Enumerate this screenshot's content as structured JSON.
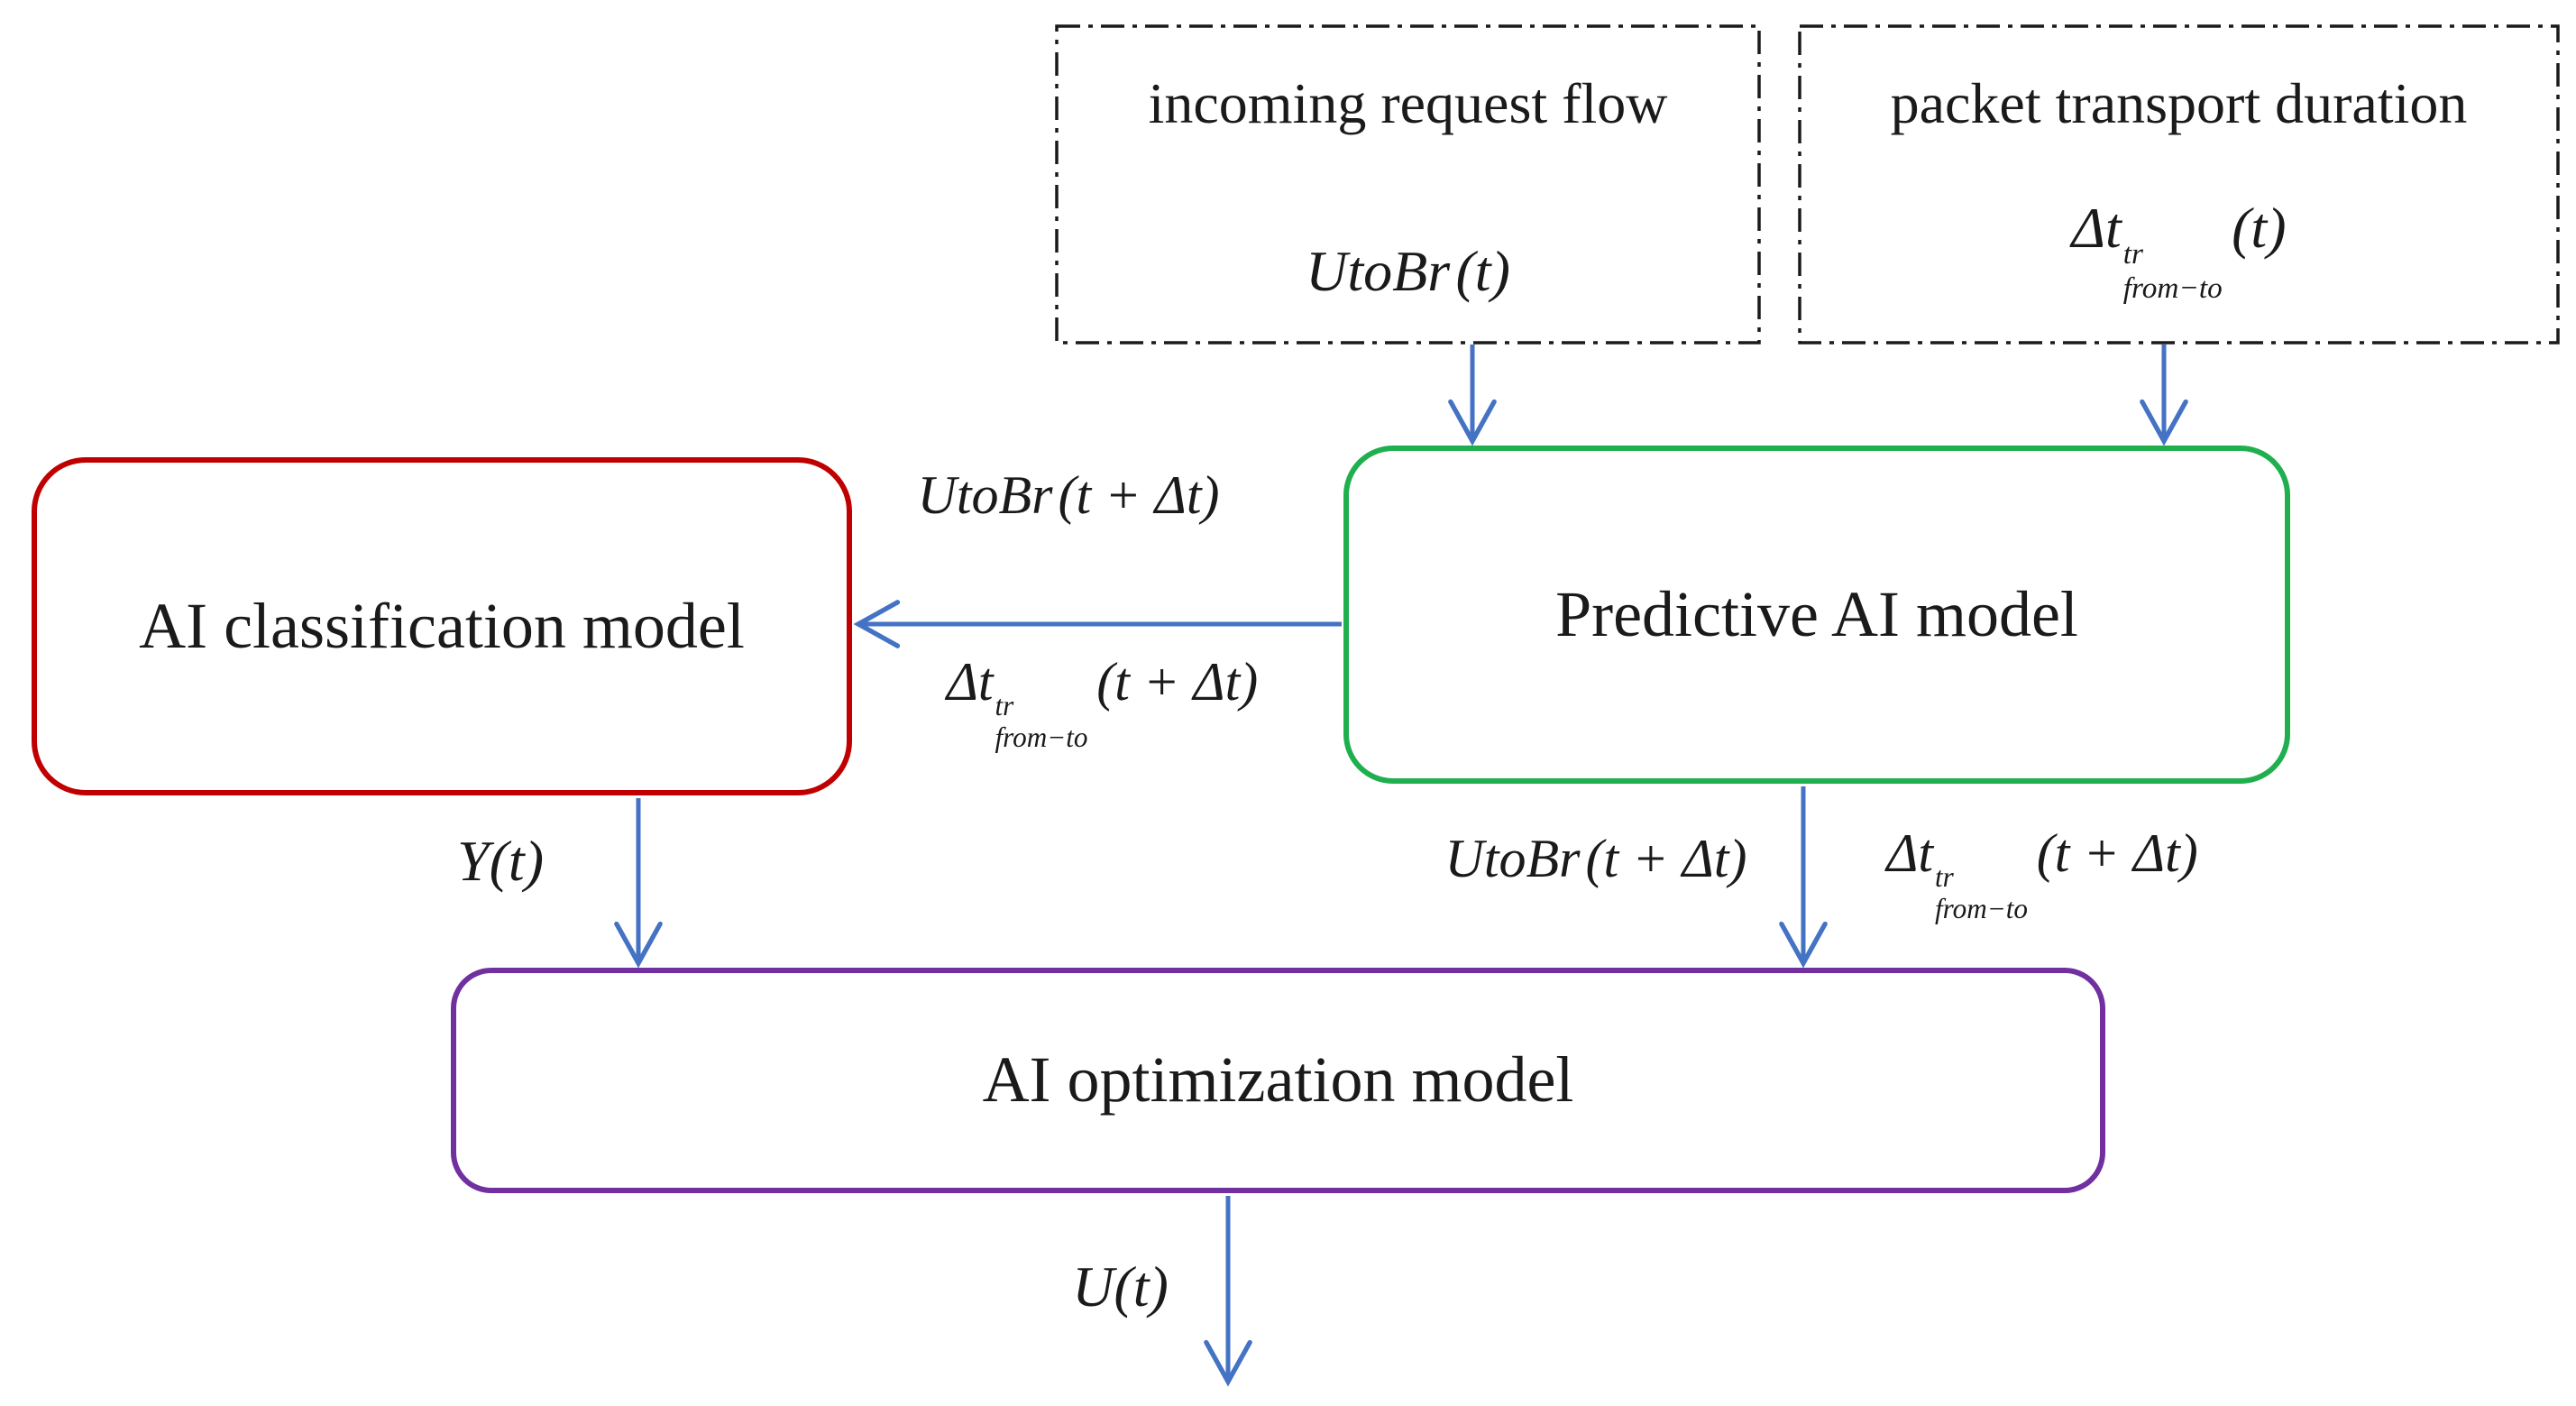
{
  "diagram": {
    "colors": {
      "blue": "#4472C4",
      "red": "#C00000",
      "green": "#1FAF4F",
      "purple": "#7030A0",
      "ink": "#1A1A1A"
    },
    "boxes": {
      "incoming": {
        "title": "incoming request flow",
        "formula": {
          "main": "UtoBr",
          "args": "(t)"
        }
      },
      "transport": {
        "title": "packet transport duration",
        "formula": {
          "main": "Δt",
          "sup": "tr",
          "sub": "from−to",
          "args": "(t)"
        }
      },
      "classification": {
        "label": "AI classification model"
      },
      "predictive": {
        "label": "Predictive AI model"
      },
      "optimization": {
        "label": "AI optimization model"
      }
    },
    "edge_labels": {
      "predicted_flow": {
        "main": "UtoBr",
        "args": "(t + Δt)"
      },
      "predicted_duration": {
        "main": "Δt",
        "sup": "tr",
        "sub": "from−to",
        "args": "(t + Δt)"
      },
      "classification_output": "Y(t)",
      "optimizer_flow": {
        "main": "UtoBr",
        "args": "(t + Δt)"
      },
      "optimizer_duration": {
        "main": "Δt",
        "sup": "tr",
        "sub": "from−to",
        "args": "(t + Δt)"
      },
      "control_output": "U(t)"
    }
  }
}
